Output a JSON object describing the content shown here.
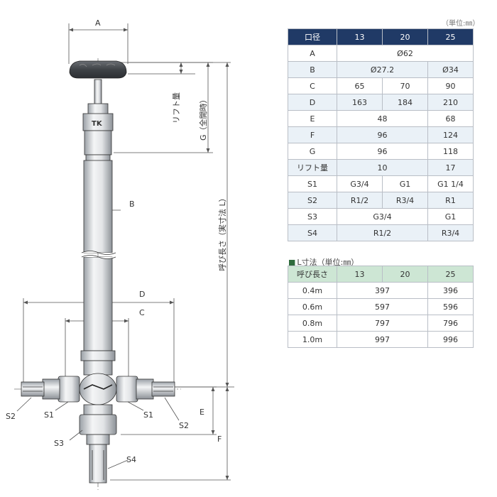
{
  "drawing": {
    "labels": {
      "A": "A",
      "B": "B",
      "C": "C",
      "D": "D",
      "E": "E",
      "F": "F",
      "lift": "リフト量",
      "G": "G（全開時）",
      "L": "呼び長さ（実寸法 L）",
      "S1_left": "S1",
      "S1_right": "S1",
      "S2_left": "S2",
      "S2_right": "S2",
      "S3": "S3",
      "S4": "S4",
      "logo": "TK"
    }
  },
  "unit_note": "（単位:㎜）",
  "spec_table": {
    "headers": [
      "口径",
      "13",
      "20",
      "25"
    ],
    "rows": [
      {
        "label": "A",
        "cells": [
          {
            "v": "Ø62",
            "span": 3
          }
        ]
      },
      {
        "label": "B",
        "cells": [
          {
            "v": "Ø27.2",
            "span": 2
          },
          {
            "v": "Ø34",
            "span": 1
          }
        ]
      },
      {
        "label": "C",
        "cells": [
          {
            "v": "65",
            "span": 1
          },
          {
            "v": "70",
            "span": 1
          },
          {
            "v": "90",
            "span": 1
          }
        ]
      },
      {
        "label": "D",
        "cells": [
          {
            "v": "163",
            "span": 1
          },
          {
            "v": "184",
            "span": 1
          },
          {
            "v": "210",
            "span": 1
          }
        ]
      },
      {
        "label": "E",
        "cells": [
          {
            "v": "48",
            "span": 2
          },
          {
            "v": "68",
            "span": 1
          }
        ]
      },
      {
        "label": "F",
        "cells": [
          {
            "v": "96",
            "span": 2
          },
          {
            "v": "124",
            "span": 1
          }
        ]
      },
      {
        "label": "G",
        "cells": [
          {
            "v": "96",
            "span": 2
          },
          {
            "v": "118",
            "span": 1
          }
        ]
      },
      {
        "label": "リフト量",
        "cells": [
          {
            "v": "10",
            "span": 2
          },
          {
            "v": "17",
            "span": 1
          }
        ]
      },
      {
        "label": "S1",
        "cells": [
          {
            "v": "G3/4",
            "span": 1
          },
          {
            "v": "G1",
            "span": 1
          },
          {
            "v": "G1 1/4",
            "span": 1
          }
        ]
      },
      {
        "label": "S2",
        "cells": [
          {
            "v": "R1/2",
            "span": 1
          },
          {
            "v": "R3/4",
            "span": 1
          },
          {
            "v": "R1",
            "span": 1
          }
        ]
      },
      {
        "label": "S3",
        "cells": [
          {
            "v": "G3/4",
            "span": 2
          },
          {
            "v": "G1",
            "span": 1
          }
        ]
      },
      {
        "label": "S4",
        "cells": [
          {
            "v": "R1/2",
            "span": 2
          },
          {
            "v": "R3/4",
            "span": 1
          }
        ]
      }
    ]
  },
  "l_section_title": "L寸法（単位:㎜）",
  "l_table": {
    "headers": [
      "呼び長さ",
      "13",
      "20",
      "25"
    ],
    "rows": [
      {
        "label": "0.4m",
        "cells": [
          {
            "v": "397",
            "span": 2
          },
          {
            "v": "396",
            "span": 1
          }
        ]
      },
      {
        "label": "0.6m",
        "cells": [
          {
            "v": "597",
            "span": 2
          },
          {
            "v": "596",
            "span": 1
          }
        ]
      },
      {
        "label": "0.8m",
        "cells": [
          {
            "v": "797",
            "span": 2
          },
          {
            "v": "796",
            "span": 1
          }
        ]
      },
      {
        "label": "1.0m",
        "cells": [
          {
            "v": "997",
            "span": 2
          },
          {
            "v": "996",
            "span": 1
          }
        ]
      }
    ]
  }
}
